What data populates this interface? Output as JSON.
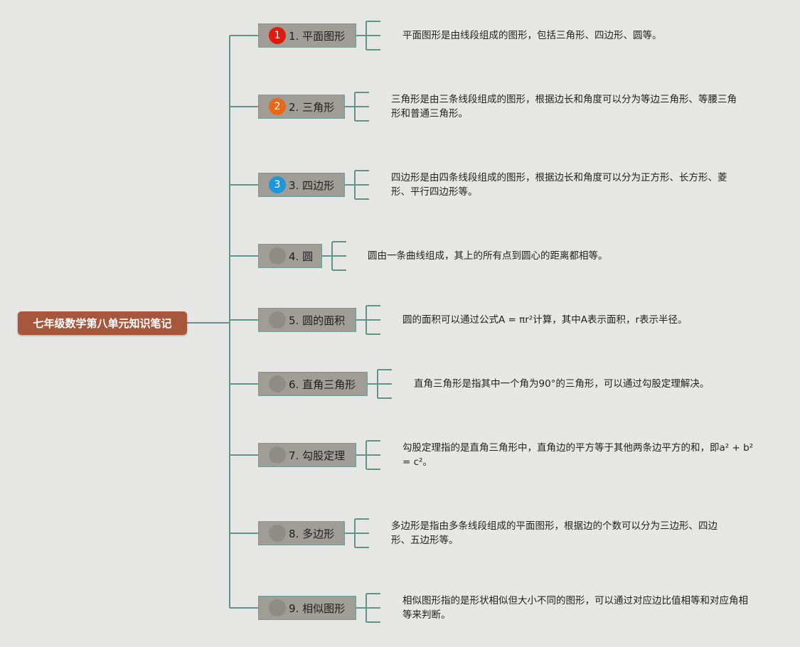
{
  "root": {
    "title": "七年级数学第八单元知识笔记"
  },
  "colors": {
    "line": "#5f9489",
    "root_bg": "#a8573d",
    "topic_bg": "#a09d96",
    "badge_grey": "#8f8c86"
  },
  "topics": [
    {
      "badge": "1",
      "badge_color": "#e01a0c",
      "label": "1. 平面图形",
      "desc": "平面图形是由线段组成的图形，包括三角形、四边形、圆等。"
    },
    {
      "badge": "2",
      "badge_color": "#e8681a",
      "label": "2. 三角形",
      "desc": "三角形是由三条线段组成的图形，根据边长和角度可以分为等边三角形、等腰三角形和普通三角形。"
    },
    {
      "badge": "3",
      "badge_color": "#1e96d8",
      "label": "3. 四边形",
      "desc": "四边形是由四条线段组成的图形，根据边长和角度可以分为正方形、长方形、菱形、平行四边形等。"
    },
    {
      "badge": "",
      "badge_color": "#8f8c86",
      "label": "4. 圆",
      "desc": "圆由一条曲线组成，其上的所有点到圆心的距离都相等。"
    },
    {
      "badge": "",
      "badge_color": "#8f8c86",
      "label": "5. 圆的面积",
      "desc": "圆的面积可以通过公式A = πr²计算，其中A表示面积，r表示半径。"
    },
    {
      "badge": "",
      "badge_color": "#8f8c86",
      "label": "6. 直角三角形",
      "desc": "直角三角形是指其中一个角为90°的三角形，可以通过勾股定理解决。"
    },
    {
      "badge": "",
      "badge_color": "#8f8c86",
      "label": "7. 勾股定理",
      "desc": "勾股定理指的是直角三角形中，直角边的平方等于其他两条边平方的和，即a² + b² = c²。"
    },
    {
      "badge": "",
      "badge_color": "#8f8c86",
      "label": "8. 多边形",
      "desc": "多边形是指由多条线段组成的平面图形，根据边的个数可以分为三边形、四边形、五边形等。"
    },
    {
      "badge": "",
      "badge_color": "#8f8c86",
      "label": "9. 相似图形",
      "desc": "相似图形指的是形状相似但大小不同的图形，可以通过对应边比值相等和对应角相等来判断。"
    }
  ]
}
